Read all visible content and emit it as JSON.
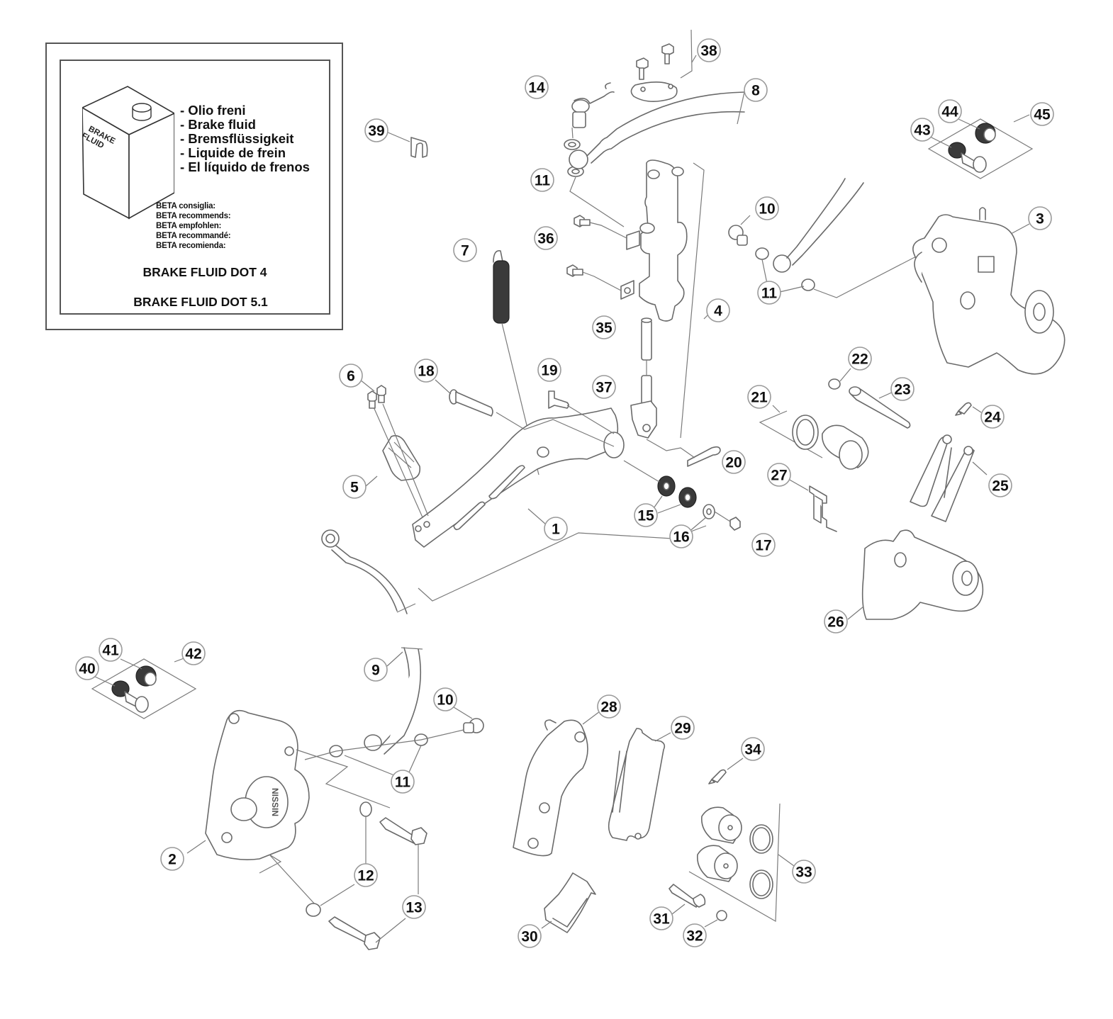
{
  "legend": {
    "can_label_line1": "BRAKE",
    "can_label_line2": "FLUID",
    "fluid_names": [
      "- Olio freni",
      "- Brake fluid",
      "- Bremsflüssigkeit",
      "- Liquide de frein",
      "- El líquido de frenos"
    ],
    "recommendations": [
      "BETA consiglia:",
      "BETA recommends:",
      "BETA empfohlen:",
      "BETA recommandé:",
      "BETA recomienda:"
    ],
    "spec_1": "BRAKE FLUID DOT 4",
    "spec_2": "BRAKE FLUID DOT 5.1"
  },
  "callouts": [
    {
      "id": "c1",
      "label": "1"
    },
    {
      "id": "c2",
      "label": "2"
    },
    {
      "id": "c3",
      "label": "3"
    },
    {
      "id": "c4",
      "label": "4"
    },
    {
      "id": "c5",
      "label": "5"
    },
    {
      "id": "c6",
      "label": "6"
    },
    {
      "id": "c7",
      "label": "7"
    },
    {
      "id": "c8",
      "label": "8"
    },
    {
      "id": "c9",
      "label": "9"
    },
    {
      "id": "c10a",
      "label": "10"
    },
    {
      "id": "c10b",
      "label": "10"
    },
    {
      "id": "c11a",
      "label": "11"
    },
    {
      "id": "c11b",
      "label": "11"
    },
    {
      "id": "c11c",
      "label": "11"
    },
    {
      "id": "c12",
      "label": "12"
    },
    {
      "id": "c13",
      "label": "13"
    },
    {
      "id": "c14",
      "label": "14"
    },
    {
      "id": "c15",
      "label": "15"
    },
    {
      "id": "c16",
      "label": "16"
    },
    {
      "id": "c17",
      "label": "17"
    },
    {
      "id": "c18",
      "label": "18"
    },
    {
      "id": "c19",
      "label": "19"
    },
    {
      "id": "c20",
      "label": "20"
    },
    {
      "id": "c21",
      "label": "21"
    },
    {
      "id": "c22",
      "label": "22"
    },
    {
      "id": "c23",
      "label": "23"
    },
    {
      "id": "c24",
      "label": "24"
    },
    {
      "id": "c25",
      "label": "25"
    },
    {
      "id": "c26",
      "label": "26"
    },
    {
      "id": "c27",
      "label": "27"
    },
    {
      "id": "c28",
      "label": "28"
    },
    {
      "id": "c29",
      "label": "29"
    },
    {
      "id": "c30",
      "label": "30"
    },
    {
      "id": "c31",
      "label": "31"
    },
    {
      "id": "c32",
      "label": "32"
    },
    {
      "id": "c33",
      "label": "33"
    },
    {
      "id": "c34",
      "label": "34"
    },
    {
      "id": "c35",
      "label": "35"
    },
    {
      "id": "c36",
      "label": "36"
    },
    {
      "id": "c37",
      "label": "37"
    },
    {
      "id": "c38",
      "label": "38"
    },
    {
      "id": "c39",
      "label": "39"
    },
    {
      "id": "c40",
      "label": "40"
    },
    {
      "id": "c41",
      "label": "41"
    },
    {
      "id": "c42",
      "label": "42"
    },
    {
      "id": "c43",
      "label": "43"
    },
    {
      "id": "c44",
      "label": "44"
    },
    {
      "id": "c45",
      "label": "45"
    }
  ]
}
